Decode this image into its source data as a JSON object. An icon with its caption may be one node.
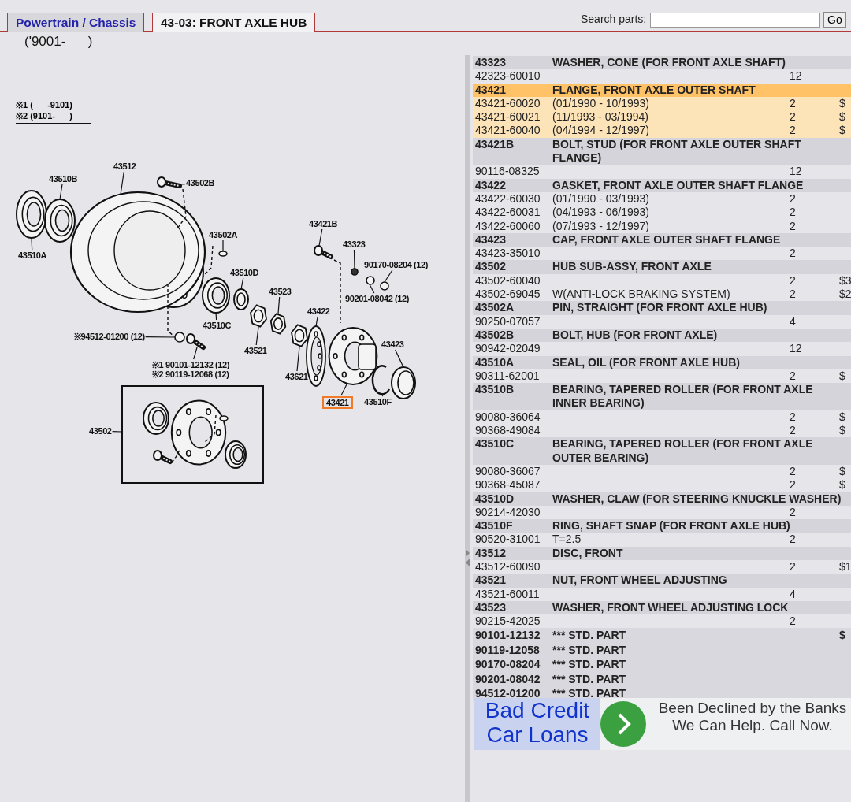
{
  "diagram": {
    "nodes": [
      {
        "text": [
          "43512"
        ]
      },
      {
        "text": [
          "43510B"
        ]
      },
      {
        "text": [
          "43502B"
        ]
      },
      {
        "text": [
          "43510A"
        ]
      },
      {
        "text": [
          "43502A"
        ]
      },
      {
        "text": [
          "43510D"
        ]
      },
      {
        "text": [
          "43523"
        ]
      },
      {
        "text": [
          "43510C"
        ]
      },
      {
        "text": [
          "43421B"
        ]
      },
      {
        "text": [
          "43323"
        ]
      },
      {
        "text": [
          "90170-08204 (12)"
        ]
      },
      {
        "text": [
          "90201-08042 (12)"
        ]
      },
      {
        "text": [
          "43422"
        ]
      },
      {
        "text": [
          "43521"
        ]
      },
      {
        "text": [
          "43423"
        ]
      },
      {
        "text": [
          "43621"
        ]
      },
      {
        "text": [
          "※94512-01200 (12)"
        ]
      },
      {
        "text": [
          "※1 90101-12132 (12)",
          "※2 90119-12068 (12)"
        ]
      },
      {
        "text": [
          "43421"
        ]
      },
      {
        "text": [
          "43510F"
        ]
      },
      {
        "text": [],
        "shape": "box"
      },
      {
        "text": [
          "43502"
        ]
      },
      {
        "text": [],
        "shape": "picture"
      },
      {
        "text": [],
        "shape": "picture"
      },
      {
        "text": [],
        "shape": "picture"
      },
      {
        "text": [],
        "shape": "picture"
      },
      {
        "text": [],
        "shape": "circle"
      },
      {
        "text": [],
        "shape": "circle"
      },
      {
        "text": [],
        "shape": "picture"
      },
      {
        "text": [],
        "shape": "picture"
      },
      {
        "text": [],
        "shape": "picture"
      },
      {
        "text": [],
        "shape": "picture"
      },
      {
        "text": [],
        "shape": "picture"
      },
      {
        "text": [],
        "shape": "picture"
      },
      {
        "text": [],
        "shape": "picture"
      },
      {
        "text": [],
        "shape": "picture"
      },
      {
        "text": [],
        "shape": "picture"
      },
      {
        "text": [],
        "shape": "circle"
      },
      {
        "text": [],
        "shape": "circle"
      },
      {
        "text": [],
        "shape": "circle"
      },
      {
        "text": [],
        "shape": "picture"
      },
      {
        "text": [],
        "shape": "picture"
      }
    ],
    "edges": [
      {
        "from": 0,
        "to": 24,
        "arrow": "none"
      },
      {
        "from": 1,
        "to": 23,
        "arrow": "none"
      },
      {
        "from": 2,
        "to": 25,
        "arrow": "none"
      },
      {
        "from": 3,
        "to": 22,
        "arrow": "none"
      },
      {
        "from": 4,
        "to": 26,
        "arrow": "none"
      },
      {
        "from": 5,
        "to": 30,
        "arrow": "none"
      },
      {
        "from": 6,
        "to": 32,
        "arrow": "none"
      },
      {
        "from": 7,
        "to": 29,
        "arrow": "none"
      },
      {
        "from": 8,
        "to": 34,
        "arrow": "none"
      },
      {
        "from": 9,
        "to": 37,
        "arrow": "none"
      },
      {
        "from": 10,
        "to": 39,
        "arrow": "none"
      },
      {
        "from": 11,
        "to": 38,
        "arrow": "none"
      },
      {
        "from": 12,
        "to": 35,
        "arrow": "none"
      },
      {
        "from": 13,
        "to": 31,
        "arrow": "none"
      },
      {
        "from": 14,
        "to": 41,
        "arrow": "none"
      },
      {
        "from": 15,
        "to": 33,
        "arrow": "none"
      },
      {
        "from": 16,
        "to": 27,
        "arrow": "none"
      },
      {
        "from": 17,
        "to": 28,
        "arrow": "none"
      },
      {
        "from": 18,
        "to": 36,
        "arrow": "none"
      },
      {
        "from": 19,
        "to": 40,
        "arrow": "none"
      },
      {
        "from": 21,
        "to": 20,
        "arrow": "none"
      }
    ],
    "labels": [
      "Powertrain / Chassis",
      "43-03: FRONT AXLE HUB",
      "Search parts:",
      "Go",
      "('9001-      )",
      "※1 (      -9101)",
      "※2 (9101-      )",
      "43323",
      "WASHER, CONE (FOR FRONT AXLE SHAFT)",
      "42323-60010",
      "12",
      "43421",
      "FLANGE, FRONT AXLE OUTER SHAFT",
      "43421-60020",
      "(01/1990 - 10/1993)",
      "2",
      "$",
      "43421-60021",
      "(11/1993 - 03/1994)",
      "2",
      "$",
      "43421-60040",
      "(04/1994 - 12/1997)",
      "2",
      "$",
      "43421B",
      "BOLT, STUD (FOR FRONT AXLE OUTER SHAFT FLANGE)",
      "90116-08325",
      "12",
      "43422",
      "GASKET, FRONT AXLE OUTER SHAFT FLANGE",
      "43422-60030",
      "(01/1990 - 03/1993)",
      "2",
      "43422-60031",
      "(04/1993 - 06/1993)",
      "2",
      "43422-60060",
      "(07/1993 - 12/1997)",
      "2",
      "43423",
      "CAP, FRONT AXLE OUTER SHAFT FLANGE",
      "43423-35010",
      "2",
      "43502",
      "HUB SUB-ASSY, FRONT AXLE",
      "43502-60040",
      "2",
      "$3",
      "43502-69045",
      "W(ANTI-LOCK BRAKING SYSTEM)",
      "2",
      "$2",
      "43502A",
      "PIN, STRAIGHT (FOR FRONT AXLE HUB)",
      "90250-07057",
      "4",
      "43502B",
      "BOLT, HUB (FOR FRONT AXLE)",
      "90942-02049",
      "12",
      "43510A",
      "SEAL, OIL (FOR FRONT AXLE HUB)",
      "90311-62001",
      "2",
      "$",
      "43510B",
      "BEARING, TAPERED ROLLER (FOR FRONT AXLE INNER BEARING)",
      "90080-36064",
      "2",
      "$",
      "90368-49084",
      "2",
      "$",
      "43510C",
      "BEARING, TAPERED ROLLER (FOR FRONT AXLE OUTER BEARING)",
      "90080-36067",
      "2",
      "$",
      "90368-45087",
      "2",
      "$",
      "43510D",
      "WASHER, CLAW (FOR STEERING KNUCKLE WASHER)",
      "90214-42030",
      "2",
      "43510F",
      "RING, SHAFT SNAP (FOR FRONT AXLE HUB)",
      "90520-31001",
      "T=2.5",
      "2",
      "43512",
      "DISC, FRONT",
      "43512-60090",
      "2",
      "$1",
      "43521",
      "NUT, FRONT WHEEL ADJUSTING",
      "43521-60011",
      "4",
      "43523",
      "WASHER, FRONT WHEEL ADJUSTING LOCK",
      "90215-42025",
      "2",
      "90101-12132",
      "*** STD. PART",
      "$",
      "90119-12058",
      "*** STD. PART",
      "90170-08204",
      "*** STD. PART",
      "90201-08042",
      "*** STD. PART",
      "94512-01200",
      "*** STD. PART",
      "Bad Credit Car Loans",
      "Been Declined by the Banks We Can Help. Call Now."
    ]
  }
}
